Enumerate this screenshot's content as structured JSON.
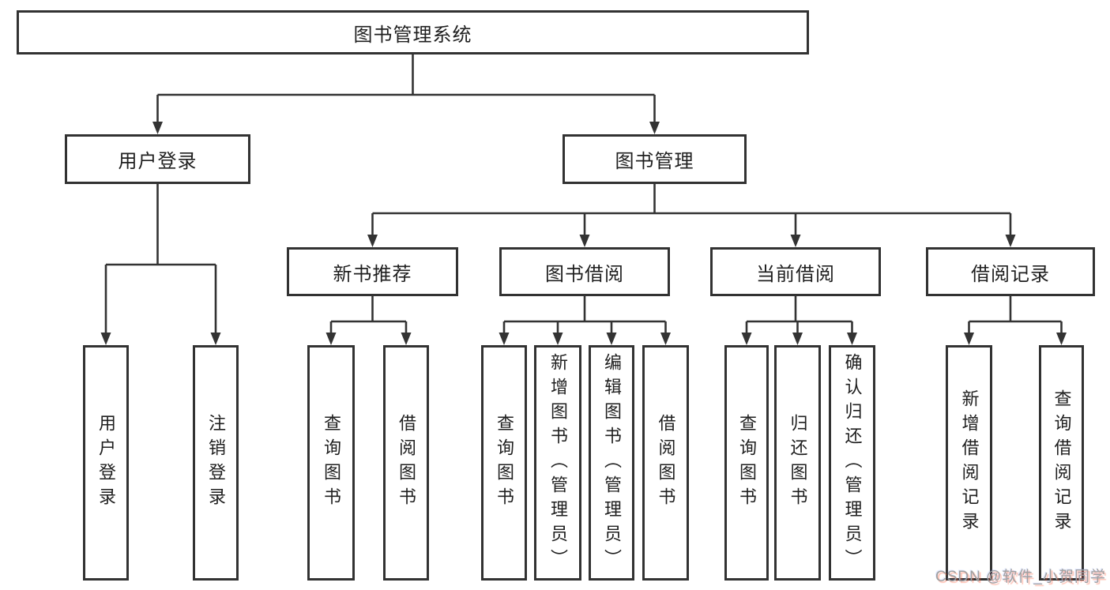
{
  "diagram": {
    "root": {
      "label": "图书管理系统"
    },
    "branches": [
      {
        "label": "用户登录",
        "children": [
          {
            "label": "用户登录"
          },
          {
            "label": "注销登录"
          }
        ]
      },
      {
        "label": "图书管理",
        "children": [
          {
            "label": "新书推荐",
            "children": [
              {
                "label": "查询图书"
              },
              {
                "label": "借阅图书"
              }
            ]
          },
          {
            "label": "图书借阅",
            "children": [
              {
                "label": "查询图书"
              },
              {
                "label": "新增图书（管理员）"
              },
              {
                "label": "编辑图书（管理员）"
              },
              {
                "label": "借阅图书"
              }
            ]
          },
          {
            "label": "当前借阅",
            "children": [
              {
                "label": "查询图书"
              },
              {
                "label": "归还图书"
              },
              {
                "label": "确认归还（管理员）"
              }
            ]
          },
          {
            "label": "借阅记录",
            "children": [
              {
                "label": "新增借阅记录"
              },
              {
                "label": "查询借阅记录"
              }
            ]
          }
        ]
      }
    ]
  },
  "watermark": {
    "text": "CSDN @软件_小贺同学"
  },
  "colors": {
    "line": "#333333",
    "border": "#323232",
    "text": "#1f1f1f",
    "background": "#ffffff",
    "watermark_gray": "#a0a0a0",
    "watermark_accent": "#fc5531"
  }
}
